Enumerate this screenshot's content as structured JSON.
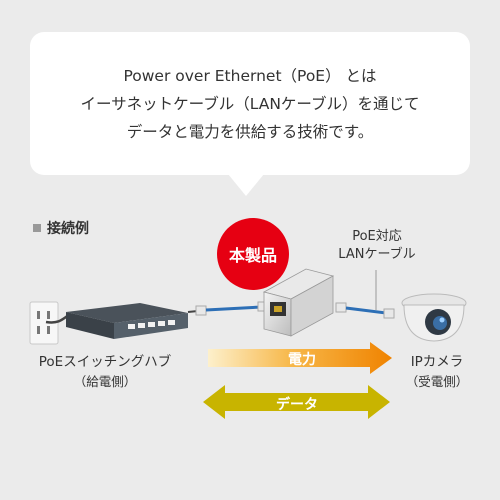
{
  "bubble": {
    "lines": [
      "Power over Ethernet（PoE） とは",
      "イーサネットケーブル（LANケーブル）を通じて",
      "データと電力を供給する技術です。"
    ]
  },
  "connection_example": {
    "label": "接続例"
  },
  "product_badge": {
    "label": "本製品"
  },
  "cable": {
    "line1": "PoE対応",
    "line2": "LANケーブル"
  },
  "switch_hub": {
    "name": "PoEスイッチングハブ",
    "role": "（給電側）"
  },
  "camera": {
    "name": "IPカメラ",
    "role": "（受電側）"
  },
  "arrows": {
    "power": "電力",
    "data": "データ"
  },
  "colors": {
    "power_arrow_start": "#fbe3a3",
    "power_arrow_end": "#f18a00",
    "data_arrow": "#c7b400",
    "badge": "#e60012"
  }
}
